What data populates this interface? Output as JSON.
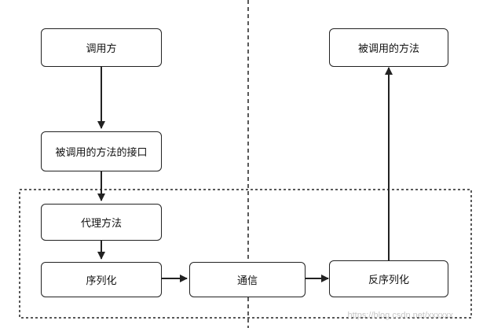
{
  "nodes": {
    "caller": "调用方",
    "callee_method": "被调用的方法",
    "callee_interface": "被调用的方法的接口",
    "proxy_method": "代理方法",
    "serialize": "序列化",
    "communication": "通信",
    "deserialize": "反序列化"
  },
  "watermark": "https://blog.csdn.net/xxxxxx",
  "colors": {
    "stroke": "#222222",
    "text": "#111111",
    "background": "#ffffff"
  }
}
